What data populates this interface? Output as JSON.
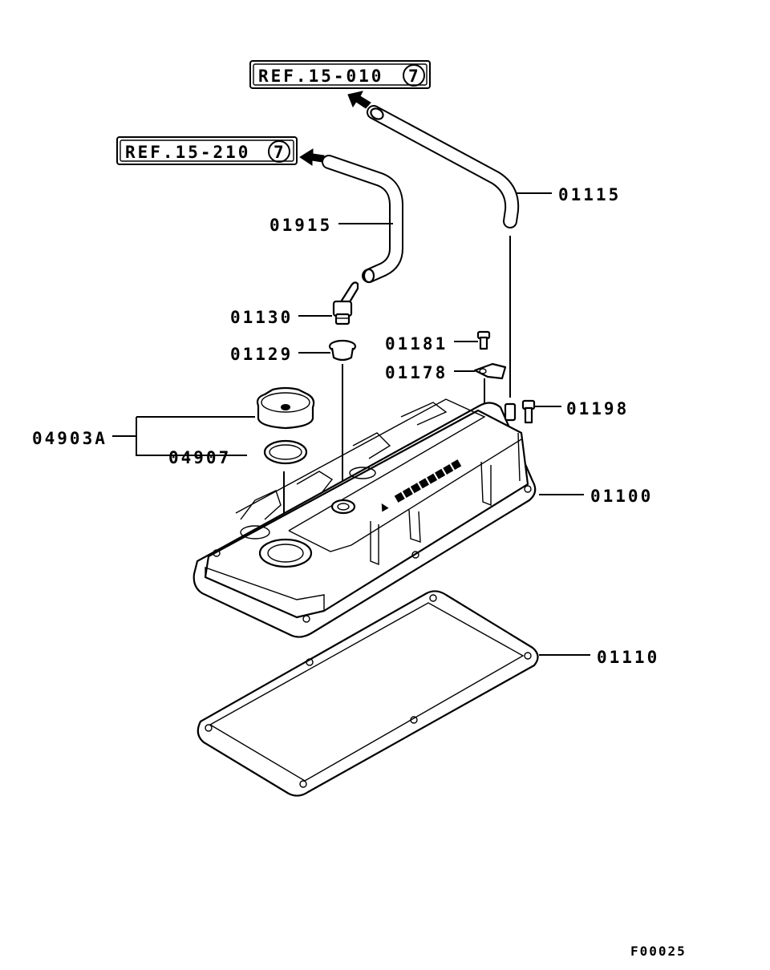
{
  "refs": {
    "ref1": {
      "text": "REF.15-010",
      "circle": "7"
    },
    "ref2": {
      "text": "REF.15-210",
      "circle": "7"
    }
  },
  "labels": {
    "p01115": "01115",
    "p01915": "01915",
    "p01130": "01130",
    "p01129": "01129",
    "p01181": "01181",
    "p01178": "01178",
    "p01198": "01198",
    "p04903A": "04903A",
    "p04907": "04907",
    "p01100": "01100",
    "p01110": "01110"
  },
  "figure_code": "F00025"
}
